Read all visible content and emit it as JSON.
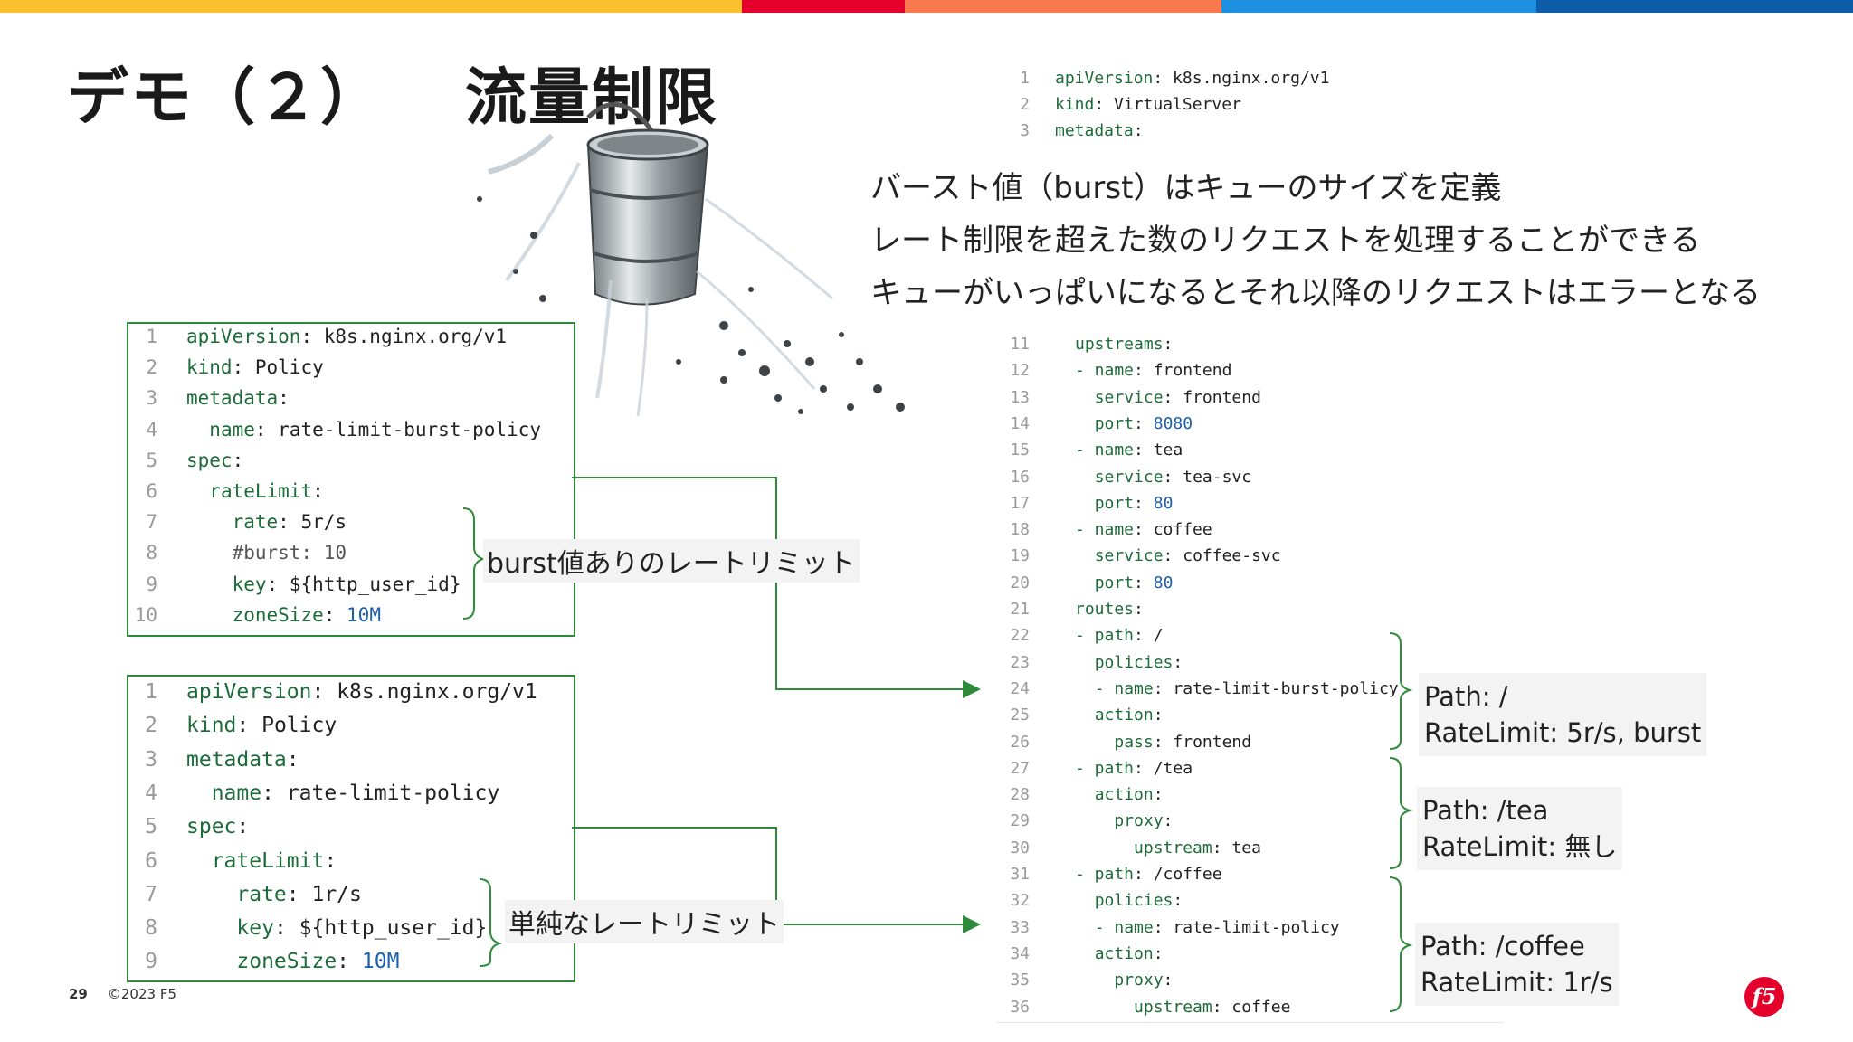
{
  "colors": {
    "topbar": [
      "#fbc02d",
      "#e4002b",
      "#f97a4e",
      "#1e90e0",
      "#0e5da8"
    ],
    "box_border": "#2e8b3a",
    "logo": "#e4002b"
  },
  "title": {
    "part1": "デモ（２）",
    "part2": "流量制限"
  },
  "code_top_right": [
    {
      "n": "1",
      "k": "apiVersion",
      "v": " k8s.nginx.org/v1"
    },
    {
      "n": "2",
      "k": "kind",
      "v": " VirtualServer"
    },
    {
      "n": "3",
      "k": "metadata",
      "v": ""
    }
  ],
  "notes": [
    "バースト値（burst）はキューのサイズを定義",
    "レート制限を超えた数のリクエストを処理することができる",
    "キューがいっぱいになるとそれ以降のリクエストはエラーとなる"
  ],
  "policy_burst": [
    {
      "n": "1",
      "indent": "",
      "k": "apiVersion",
      "v": " k8s.nginx.org/v1"
    },
    {
      "n": "2",
      "indent": "",
      "k": "kind",
      "v": " Policy"
    },
    {
      "n": "3",
      "indent": "",
      "k": "metadata",
      "v": ""
    },
    {
      "n": "4",
      "indent": "  ",
      "k": "name",
      "v": " rate-limit-burst-policy"
    },
    {
      "n": "5",
      "indent": "",
      "k": "spec",
      "v": ""
    },
    {
      "n": "6",
      "indent": "  ",
      "k": "rateLimit",
      "v": ""
    },
    {
      "n": "7",
      "indent": "    ",
      "k": "rate",
      "v": " 5r/s"
    },
    {
      "n": "8",
      "indent": "    ",
      "k": "",
      "v": "#burst: 10"
    },
    {
      "n": "9",
      "indent": "    ",
      "k": "key",
      "v": " ${http_user_id}"
    },
    {
      "n": "10",
      "indent": "    ",
      "k": "zoneSize",
      "v": " 10M"
    }
  ],
  "policy_simple": [
    {
      "n": "1",
      "indent": "",
      "k": "apiVersion",
      "v": " k8s.nginx.org/v1"
    },
    {
      "n": "2",
      "indent": "",
      "k": "kind",
      "v": " Policy"
    },
    {
      "n": "3",
      "indent": "",
      "k": "metadata",
      "v": ""
    },
    {
      "n": "4",
      "indent": "  ",
      "k": "name",
      "v": " rate-limit-policy"
    },
    {
      "n": "5",
      "indent": "",
      "k": "spec",
      "v": ""
    },
    {
      "n": "6",
      "indent": "  ",
      "k": "rateLimit",
      "v": ""
    },
    {
      "n": "7",
      "indent": "    ",
      "k": "rate",
      "v": " 1r/s"
    },
    {
      "n": "8",
      "indent": "    ",
      "k": "key",
      "v": " ${http_user_id}"
    },
    {
      "n": "9",
      "indent": "    ",
      "k": "zoneSize",
      "v": " 10M"
    }
  ],
  "label_burst": "burst値ありのレートリミット",
  "label_simple": "単純なレートリミット",
  "vs_code": [
    {
      "n": "11",
      "indent": "",
      "k": "upstreams",
      "v": ""
    },
    {
      "n": "12",
      "indent": "",
      "k": "- name",
      "v": " frontend"
    },
    {
      "n": "13",
      "indent": "  ",
      "k": "service",
      "v": " frontend"
    },
    {
      "n": "14",
      "indent": "  ",
      "k": "port",
      "v": " 8080"
    },
    {
      "n": "15",
      "indent": "",
      "k": "- name",
      "v": " tea"
    },
    {
      "n": "16",
      "indent": "  ",
      "k": "service",
      "v": " tea-svc"
    },
    {
      "n": "17",
      "indent": "  ",
      "k": "port",
      "v": " 80"
    },
    {
      "n": "18",
      "indent": "",
      "k": "- name",
      "v": " coffee"
    },
    {
      "n": "19",
      "indent": "  ",
      "k": "service",
      "v": " coffee-svc"
    },
    {
      "n": "20",
      "indent": "  ",
      "k": "port",
      "v": " 80"
    },
    {
      "n": "21",
      "indent": "",
      "k": "routes",
      "v": ""
    },
    {
      "n": "22",
      "indent": "",
      "k": "- path",
      "v": " /"
    },
    {
      "n": "23",
      "indent": "  ",
      "k": "policies",
      "v": ""
    },
    {
      "n": "24",
      "indent": "  ",
      "k": "- name",
      "v": " rate-limit-burst-policy"
    },
    {
      "n": "25",
      "indent": "  ",
      "k": "action",
      "v": ""
    },
    {
      "n": "26",
      "indent": "    ",
      "k": "pass",
      "v": " frontend"
    },
    {
      "n": "27",
      "indent": "",
      "k": "- path",
      "v": " /tea"
    },
    {
      "n": "28",
      "indent": "  ",
      "k": "action",
      "v": ""
    },
    {
      "n": "29",
      "indent": "    ",
      "k": "proxy",
      "v": ""
    },
    {
      "n": "30",
      "indent": "      ",
      "k": "upstream",
      "v": " tea"
    },
    {
      "n": "31",
      "indent": "",
      "k": "- path",
      "v": " /coffee"
    },
    {
      "n": "32",
      "indent": "  ",
      "k": "policies",
      "v": ""
    },
    {
      "n": "33",
      "indent": "  ",
      "k": "- name",
      "v": " rate-limit-policy"
    },
    {
      "n": "34",
      "indent": "  ",
      "k": "action",
      "v": ""
    },
    {
      "n": "35",
      "indent": "    ",
      "k": "proxy",
      "v": ""
    },
    {
      "n": "36",
      "indent": "      ",
      "k": "upstream",
      "v": " coffee"
    }
  ],
  "path_boxes": [
    {
      "l1": "Path: /",
      "l2": "RateLimit: 5r/s, burst"
    },
    {
      "l1": "Path: /tea",
      "l2": "RateLimit: 無し"
    },
    {
      "l1": "Path: /coffee",
      "l2": "RateLimit: 1r/s"
    }
  ],
  "footer": {
    "page": "29",
    "copyright": "©2023 F5"
  },
  "logo_text": "f5",
  "illustration": "leaking-bucket"
}
